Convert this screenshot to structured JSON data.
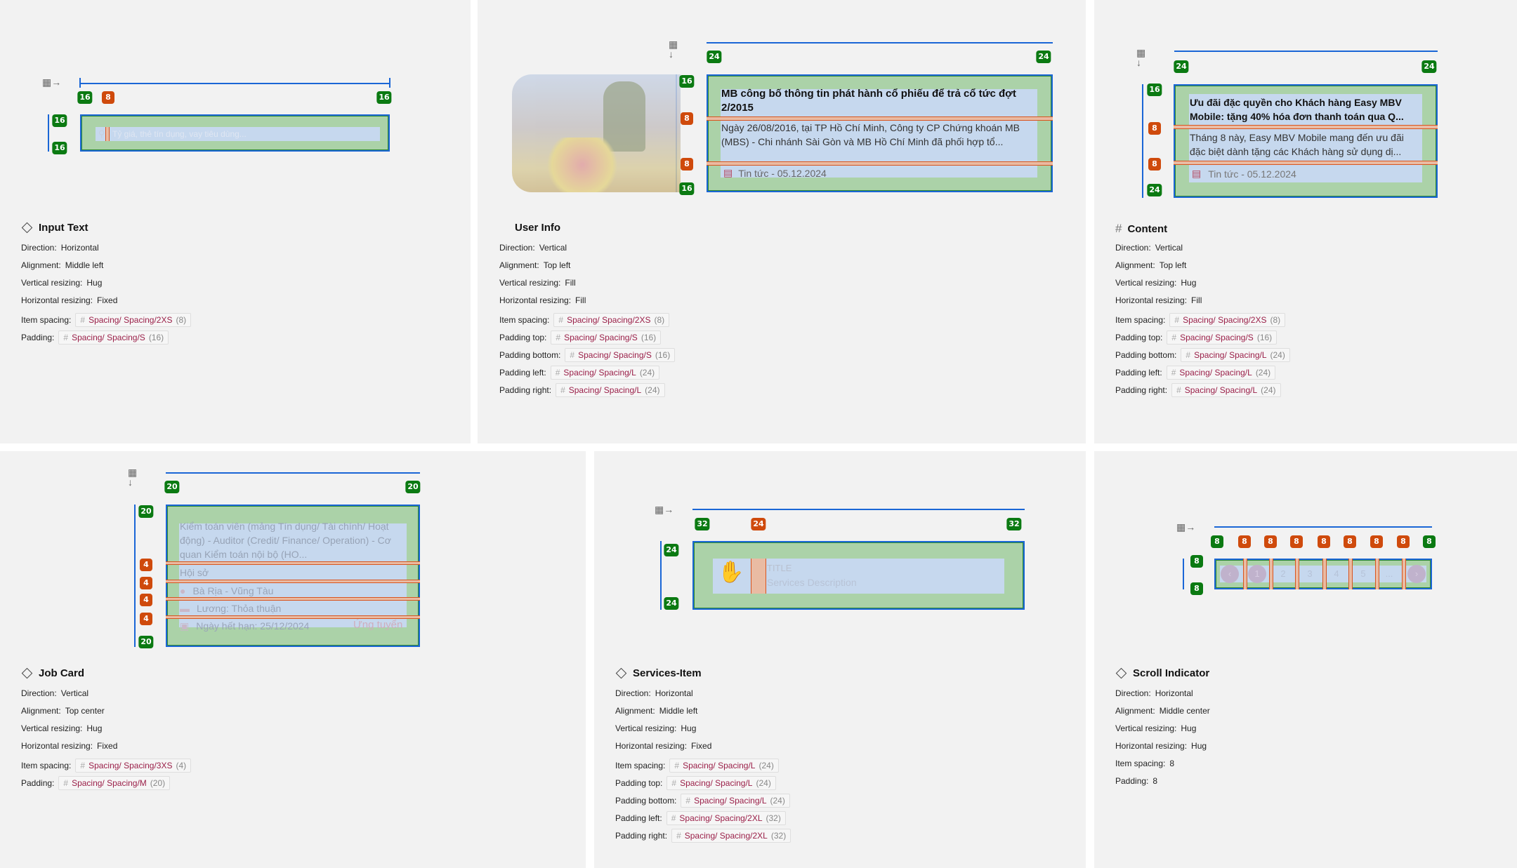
{
  "panels": {
    "input_text": {
      "title": "Input Text",
      "placeholder": "Tỷ giá, thẻ tín dụng, vay tiêu dùng...",
      "badges": [
        {
          "label": "16",
          "color": "green"
        },
        {
          "label": "8",
          "color": "orange"
        },
        {
          "label": "16",
          "color": "green"
        },
        {
          "label": "16",
          "color": "green"
        },
        {
          "label": "16",
          "color": "green"
        }
      ],
      "props": [
        {
          "label": "Direction:",
          "value": "Horizontal"
        },
        {
          "label": "Alignment:",
          "value": "Middle left"
        },
        {
          "label": "Vertical resizing:",
          "value": "Hug"
        },
        {
          "label": "Horizontal resizing:",
          "value": "Fixed"
        },
        {
          "label": "Item spacing:",
          "token": "Spacing/ Spacing/2XS",
          "amount": "(8)"
        },
        {
          "label": "Padding:",
          "token": "Spacing/ Spacing/S",
          "amount": "(16)"
        }
      ]
    },
    "user_info": {
      "title": "User Info",
      "headline": "MB công bố thông tin phát hành cổ phiếu để trả cổ tức đợt 2/2015",
      "description": "Ngày 26/08/2016, tại TP Hồ Chí Minh, Công ty CP Chứng khoán MB (MBS) - Chi nhánh Sài Gòn và MB Hồ Chí Minh đã phối hợp tổ...",
      "footer": "Tin tức - 05.12.2024",
      "badges": [
        {
          "label": "24",
          "color": "green"
        },
        {
          "label": "24",
          "color": "green"
        },
        {
          "label": "16",
          "color": "green"
        },
        {
          "label": "8",
          "color": "orange"
        },
        {
          "label": "8",
          "color": "orange"
        },
        {
          "label": "16",
          "color": "green"
        }
      ],
      "props": [
        {
          "label": "Direction:",
          "value": "Vertical"
        },
        {
          "label": "Alignment:",
          "value": "Top left"
        },
        {
          "label": "Vertical resizing:",
          "value": "Fill"
        },
        {
          "label": "Horizontal resizing:",
          "value": "Fill"
        },
        {
          "label": "Item spacing:",
          "token": "Spacing/ Spacing/2XS",
          "amount": "(8)"
        },
        {
          "label": "Padding top:",
          "token": "Spacing/ Spacing/S",
          "amount": "(16)"
        },
        {
          "label": "Padding bottom:",
          "token": "Spacing/ Spacing/S",
          "amount": "(16)"
        },
        {
          "label": "Padding left:",
          "token": "Spacing/ Spacing/L",
          "amount": "(24)"
        },
        {
          "label": "Padding right:",
          "token": "Spacing/ Spacing/L",
          "amount": "(24)"
        }
      ]
    },
    "content": {
      "title": "Content",
      "headline": "Ưu đãi đặc quyền cho Khách hàng Easy MBV Mobile: tặng 40% hóa đơn thanh toán qua Q...",
      "description": "Tháng 8 này, Easy MBV Mobile mang đến ưu đãi đặc biệt dành tặng các Khách hàng sử dụng dị...",
      "footer": "Tin tức - 05.12.2024",
      "badges": [
        {
          "label": "24",
          "color": "green"
        },
        {
          "label": "24",
          "color": "green"
        },
        {
          "label": "16",
          "color": "green"
        },
        {
          "label": "8",
          "color": "orange"
        },
        {
          "label": "8",
          "color": "orange"
        },
        {
          "label": "24",
          "color": "green"
        }
      ],
      "props": [
        {
          "label": "Direction:",
          "value": "Vertical"
        },
        {
          "label": "Alignment:",
          "value": "Top left"
        },
        {
          "label": "Vertical resizing:",
          "value": "Hug"
        },
        {
          "label": "Horizontal resizing:",
          "value": "Fill"
        },
        {
          "label": "Item spacing:",
          "token": "Spacing/ Spacing/2XS",
          "amount": "(8)"
        },
        {
          "label": "Padding top:",
          "token": "Spacing/ Spacing/S",
          "amount": "(16)"
        },
        {
          "label": "Padding bottom:",
          "token": "Spacing/ Spacing/L",
          "amount": "(24)"
        },
        {
          "label": "Padding left:",
          "token": "Spacing/ Spacing/L",
          "amount": "(24)"
        },
        {
          "label": "Padding right:",
          "token": "Spacing/ Spacing/L",
          "amount": "(24)"
        }
      ]
    },
    "job_card": {
      "title": "Job Card",
      "job_title": "Kiểm toán viên (mảng Tín dụng/ Tài chính/ Hoạt động) - Auditor (Credit/ Finance/ Operation) - Cơ quan Kiểm toán nội bộ (HO...",
      "office": "Hội sở",
      "location": "Bà Rịa - Vũng Tàu",
      "salary": "Lương: Thỏa thuận",
      "deadline": "Ngày hết hạn: 25/12/2024",
      "apply": "Ứng tuyển",
      "badges": [
        {
          "label": "20",
          "color": "green"
        },
        {
          "label": "20",
          "color": "green"
        },
        {
          "label": "20",
          "color": "green"
        },
        {
          "label": "4",
          "color": "orange"
        },
        {
          "label": "4",
          "color": "orange"
        },
        {
          "label": "4",
          "color": "orange"
        },
        {
          "label": "4",
          "color": "orange"
        },
        {
          "label": "20",
          "color": "green"
        }
      ],
      "props": [
        {
          "label": "Direction:",
          "value": "Vertical"
        },
        {
          "label": "Alignment:",
          "value": "Top center"
        },
        {
          "label": "Vertical resizing:",
          "value": "Hug"
        },
        {
          "label": "Horizontal resizing:",
          "value": "Fixed"
        },
        {
          "label": "Item spacing:",
          "token": "Spacing/ Spacing/3XS",
          "amount": "(4)"
        },
        {
          "label": "Padding:",
          "token": "Spacing/ Spacing/M",
          "amount": "(20)"
        }
      ]
    },
    "services_item": {
      "title": "Services-Item",
      "item_title": "TITLE",
      "item_description": "Services Description",
      "badges": [
        {
          "label": "32",
          "color": "green"
        },
        {
          "label": "24",
          "color": "orange"
        },
        {
          "label": "32",
          "color": "green"
        },
        {
          "label": "24",
          "color": "green"
        },
        {
          "label": "24",
          "color": "green"
        }
      ],
      "props": [
        {
          "label": "Direction:",
          "value": "Horizontal"
        },
        {
          "label": "Alignment:",
          "value": "Middle left"
        },
        {
          "label": "Vertical resizing:",
          "value": "Hug"
        },
        {
          "label": "Horizontal resizing:",
          "value": "Fixed"
        },
        {
          "label": "Item spacing:",
          "token": "Spacing/ Spacing/L",
          "amount": "(24)"
        },
        {
          "label": "Padding top:",
          "token": "Spacing/ Spacing/L",
          "amount": "(24)"
        },
        {
          "label": "Padding bottom:",
          "token": "Spacing/ Spacing/L",
          "amount": "(24)"
        },
        {
          "label": "Padding left:",
          "token": "Spacing/ Spacing/2XL",
          "amount": "(32)"
        },
        {
          "label": "Padding right:",
          "token": "Spacing/ Spacing/2XL",
          "amount": "(32)"
        }
      ]
    },
    "scroll_indicator": {
      "title": "Scroll Indicator",
      "items": [
        "‹",
        "1",
        "2",
        "3",
        "4",
        "5",
        "...",
        "›"
      ],
      "badges": [
        {
          "label": "8",
          "color": "green"
        },
        {
          "label": "8",
          "color": "orange"
        },
        {
          "label": "8",
          "color": "orange"
        },
        {
          "label": "8",
          "color": "orange"
        },
        {
          "label": "8",
          "color": "orange"
        },
        {
          "label": "8",
          "color": "orange"
        },
        {
          "label": "8",
          "color": "orange"
        },
        {
          "label": "8",
          "color": "orange"
        },
        {
          "label": "8",
          "color": "green"
        },
        {
          "label": "8",
          "color": "green"
        },
        {
          "label": "8",
          "color": "green"
        }
      ],
      "props": [
        {
          "label": "Direction:",
          "value": "Horizontal"
        },
        {
          "label": "Alignment:",
          "value": "Middle center"
        },
        {
          "label": "Vertical resizing:",
          "value": "Hug"
        },
        {
          "label": "Horizontal resizing:",
          "value": "Hug"
        },
        {
          "label": "Item spacing:",
          "value": "8"
        },
        {
          "label": "Padding:",
          "value": "8"
        }
      ]
    }
  }
}
